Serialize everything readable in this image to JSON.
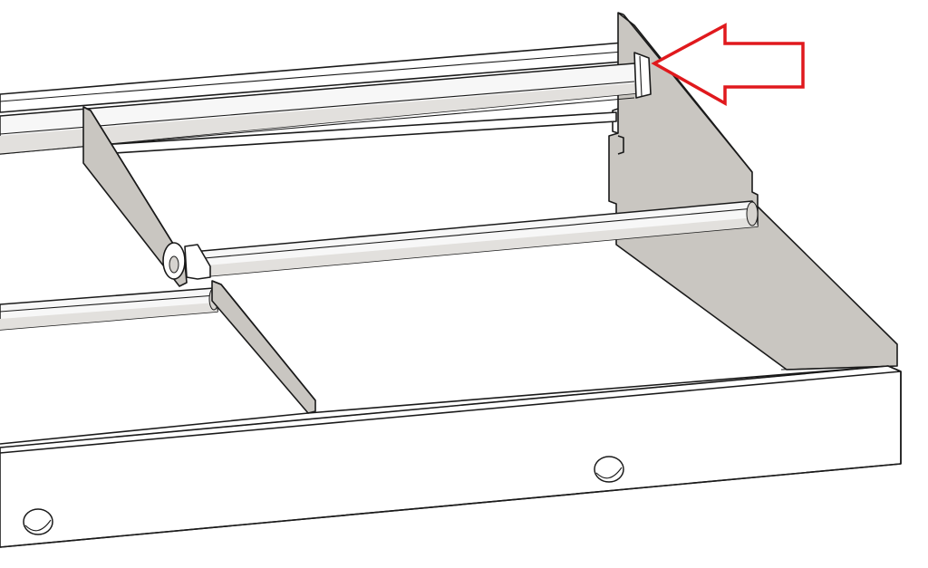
{
  "figure": {
    "kind": "CAD isometric line drawing of a metal frame with cross rods and plates",
    "colors": {
      "background": "#ffffff",
      "line": "#1a1a1a",
      "plate_fill": "#c9c6c1",
      "arrow": "#e0191d"
    },
    "parts": [
      "front-rail",
      "top-rail",
      "right-end-plate",
      "left-divider-plate",
      "middle-divider-plate",
      "square-tube",
      "upper-rod",
      "lower-rod",
      "mounting-holes",
      "highlight-arrow"
    ],
    "highlight_arrow": {
      "color": "#e0191d",
      "points_to": "square-tube-end"
    }
  }
}
